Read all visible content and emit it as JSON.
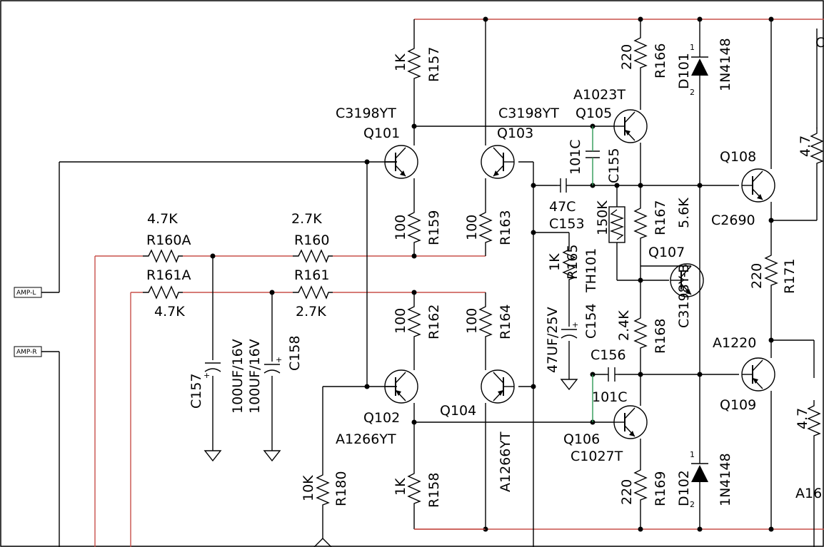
{
  "inputs": {
    "amp_l": "AMP-L",
    "amp_r": "AMP-R"
  },
  "transistors": {
    "q101": {
      "ref": "Q101",
      "part": "C3198YT"
    },
    "q102": {
      "ref": "Q102",
      "part": "A1266YT"
    },
    "q103": {
      "ref": "Q103",
      "part": "C3198YT"
    },
    "q104": {
      "ref": "Q104",
      "part": "A1266YT"
    },
    "q105": {
      "ref": "Q105",
      "part": "A1023T"
    },
    "q106": {
      "ref": "Q106",
      "part": "C1027T"
    },
    "q107": {
      "ref": "Q107",
      "part": "C3198Y-B"
    },
    "q108": {
      "ref": "Q108",
      "part": "C2690"
    },
    "q109": {
      "ref": "Q109",
      "part": "A1220"
    }
  },
  "resistors": {
    "r157": {
      "ref": "R157",
      "value": "1K"
    },
    "r158": {
      "ref": "R158",
      "value": "1K"
    },
    "r159": {
      "ref": "R159",
      "value": "100"
    },
    "r160a": {
      "ref": "R160A",
      "value": "4.7K"
    },
    "r160": {
      "ref": "R160",
      "value": "2.7K"
    },
    "r161a": {
      "ref": "R161A",
      "value": "4.7K"
    },
    "r161": {
      "ref": "R161",
      "value": "2.7K"
    },
    "r162": {
      "ref": "R162",
      "value": "100"
    },
    "r163": {
      "ref": "R163",
      "value": "100"
    },
    "r164": {
      "ref": "R164",
      "value": "100"
    },
    "r165": {
      "ref": "R165",
      "value": "1K"
    },
    "r166": {
      "ref": "R166",
      "value": "220"
    },
    "r167": {
      "ref": "R167",
      "value": "5.6K"
    },
    "r168": {
      "ref": "R168",
      "value": "2.4K"
    },
    "r169": {
      "ref": "R169",
      "value": "220"
    },
    "r171": {
      "ref": "R171",
      "value": "220"
    },
    "r180": {
      "ref": "R180",
      "value": "10K"
    },
    "r_top": {
      "value": "4.7"
    },
    "r_bot": {
      "value": "4.7"
    }
  },
  "capacitors": {
    "c153": {
      "ref": "C153",
      "value": "47C"
    },
    "c154": {
      "ref": "C154",
      "value": "47UF/25V"
    },
    "c155": {
      "ref": "C155",
      "value": "101C"
    },
    "c156": {
      "ref": "C156",
      "value": "101C"
    },
    "c157": {
      "ref": "C157",
      "value": "100UF/16V"
    },
    "c158": {
      "ref": "C158",
      "value": "100UF/16V"
    }
  },
  "thermistor": {
    "ref": "TH101",
    "value": "150K"
  },
  "diodes": {
    "d101": {
      "ref": "D101",
      "part": "1N4148",
      "pin_a": "1",
      "pin_k": "2"
    },
    "d102": {
      "ref": "D102",
      "part": "1N4148",
      "pin_a": "1",
      "pin_k": "2"
    }
  },
  "edge_labels": {
    "top_right": "C",
    "bottom_right": "A16"
  }
}
